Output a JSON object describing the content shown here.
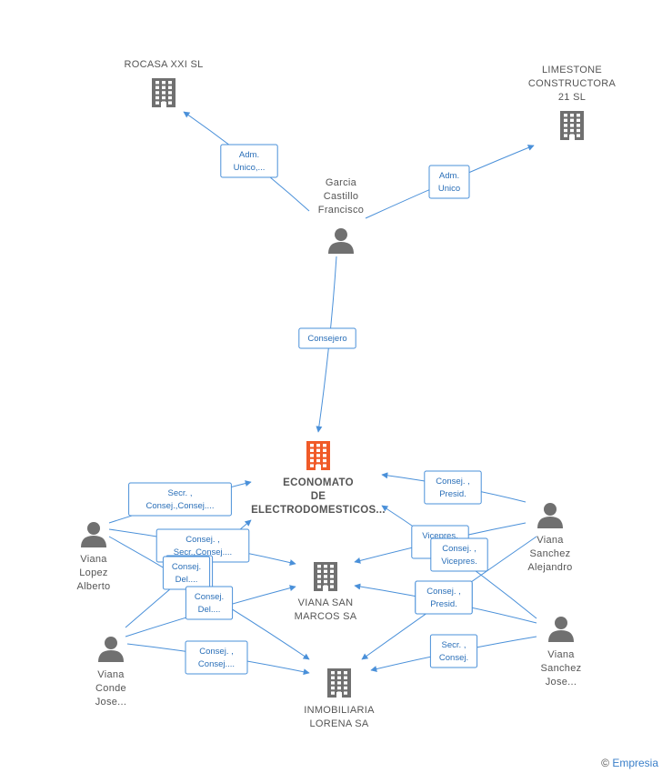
{
  "colors": {
    "edge": "#4a90d9",
    "company": "#707070",
    "main_company": "#f05a28",
    "person": "#707070",
    "label": "#555555"
  },
  "nodes": [
    {
      "id": "rocasa",
      "kind": "company",
      "label": [
        "ROCASA XXI SL"
      ]
    },
    {
      "id": "limestone",
      "kind": "company",
      "label": [
        "LIMESTONE",
        "CONSTRUCTORA",
        "21 SL"
      ]
    },
    {
      "id": "garcia",
      "kind": "person",
      "label": [
        "Garcia",
        "Castillo",
        "Francisco"
      ]
    },
    {
      "id": "economato",
      "kind": "main_company",
      "label": [
        "ECONOMATO",
        "DE",
        "ELECTRODOMESTICOS..."
      ]
    },
    {
      "id": "viana_lopez",
      "kind": "person",
      "label": [
        "Viana",
        "Lopez",
        "Alberto"
      ]
    },
    {
      "id": "viana_sanchez_a",
      "kind": "person",
      "label": [
        "Viana",
        "Sanchez",
        "Alejandro"
      ]
    },
    {
      "id": "viana_san_marcos",
      "kind": "company",
      "label": [
        "VIANA SAN",
        "MARCOS SA"
      ]
    },
    {
      "id": "viana_conde",
      "kind": "person",
      "label": [
        "Viana",
        "Conde",
        "Jose..."
      ]
    },
    {
      "id": "viana_sanchez_j",
      "kind": "person",
      "label": [
        "Viana",
        "Sanchez",
        "Jose..."
      ]
    },
    {
      "id": "inmobiliaria",
      "kind": "company",
      "label": [
        "INMOBILIARIA",
        "LORENA SA"
      ]
    }
  ],
  "edges": [
    {
      "from": "garcia",
      "to": "rocasa",
      "label": [
        "Adm.",
        "Unico,..."
      ]
    },
    {
      "from": "garcia",
      "to": "limestone",
      "label": [
        "Adm.",
        "Unico"
      ]
    },
    {
      "from": "garcia",
      "to": "economato",
      "label": [
        "Consejero"
      ]
    },
    {
      "from": "viana_lopez",
      "to": "economato",
      "label": [
        "Secr. ,",
        "Consej.,Consej...."
      ]
    },
    {
      "from": "viana_lopez",
      "to": "viana_san_marcos",
      "label": [
        "Consej. ,",
        "Secr.,Consej...."
      ]
    },
    {
      "from": "viana_lopez",
      "to": "inmobiliaria",
      "label": [
        "Consej.",
        "Del...."
      ]
    },
    {
      "from": "viana_sanchez_a",
      "to": "economato",
      "label": [
        "Consej. ,",
        "Presid."
      ]
    },
    {
      "from": "viana_sanchez_a",
      "to": "viana_san_marcos",
      "label": [
        "Vicepres.",
        ", C..."
      ]
    },
    {
      "from": "viana_sanchez_a",
      "to": "inmobiliaria",
      "label": [
        "Consej. ,",
        "Presid."
      ]
    },
    {
      "from": "viana_conde",
      "to": "economato",
      "label": [
        "Consej.",
        "Del...."
      ]
    },
    {
      "from": "viana_conde",
      "to": "viana_san_marcos",
      "label": [
        "Consej.",
        "Del...."
      ]
    },
    {
      "from": "viana_conde",
      "to": "inmobiliaria",
      "label": [
        "Consej. ,",
        "Consej...."
      ]
    },
    {
      "from": "viana_sanchez_j",
      "to": "economato",
      "label": [
        "Consej. ,",
        "Vicepres."
      ]
    },
    {
      "from": "viana_sanchez_j",
      "to": "viana_san_marcos",
      "label": [
        "Consej. ,",
        "Presid."
      ]
    },
    {
      "from": "viana_sanchez_j",
      "to": "inmobiliaria",
      "label": [
        "Secr. ,",
        "Consej."
      ]
    }
  ],
  "watermark": {
    "copyright": "©",
    "brand": "Empresia"
  }
}
